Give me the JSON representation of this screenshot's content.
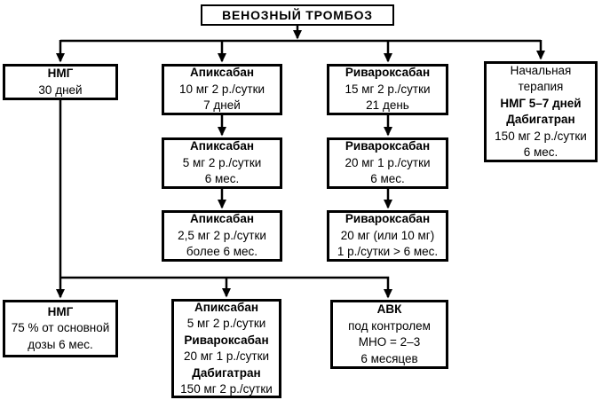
{
  "colors": {
    "line": "#000000",
    "box_border": "#000000",
    "background": "#ffffff",
    "text": "#000000"
  },
  "root": {
    "title": "ВЕНОЗНЫЙ ТРОМБОЗ"
  },
  "boxes": {
    "nmg30": {
      "lines": [
        "НМГ",
        "30 дней"
      ]
    },
    "apix1": {
      "lines": [
        "Апиксабан",
        "10 мг 2 р./сутки",
        "7 дней"
      ]
    },
    "apix2": {
      "lines": [
        "Апиксабан",
        "5 мг 2 р./сутки",
        "6 мес."
      ]
    },
    "apix3": {
      "lines": [
        "Апиксабан",
        "2,5 мг 2 р./сутки",
        "более 6 мес."
      ]
    },
    "riva1": {
      "lines": [
        "Ривароксабан",
        "15 мг 2 р./сутки",
        "21 день"
      ]
    },
    "riva2": {
      "lines": [
        "Ривароксабан",
        "20 мг 1 р./сутки",
        "6 мес."
      ]
    },
    "riva3": {
      "lines": [
        "Ривароксабан",
        "20 мг (или 10 мг)",
        "1 р./сутки > 6 мес."
      ]
    },
    "initial": {
      "lines": [
        "Начальная",
        "терапия",
        "НМГ 5–7 дней",
        "Дабигатран",
        "150 мг 2 р./сутки",
        "6 мес."
      ]
    },
    "nmg75": {
      "lines": [
        "НМГ",
        "75 % от основной",
        "дозы 6 мес."
      ]
    },
    "combo": {
      "lines": [
        "Апиксабан",
        "5 мг 2 р./сутки",
        "Ривароксабан",
        "20 мг 1 р./сутки",
        "Дабигатран",
        "150 мг 2 р./сутки"
      ]
    },
    "avk": {
      "lines": [
        "АВК",
        "под контролем",
        "МНО = 2–3",
        "6 месяцев"
      ]
    }
  }
}
